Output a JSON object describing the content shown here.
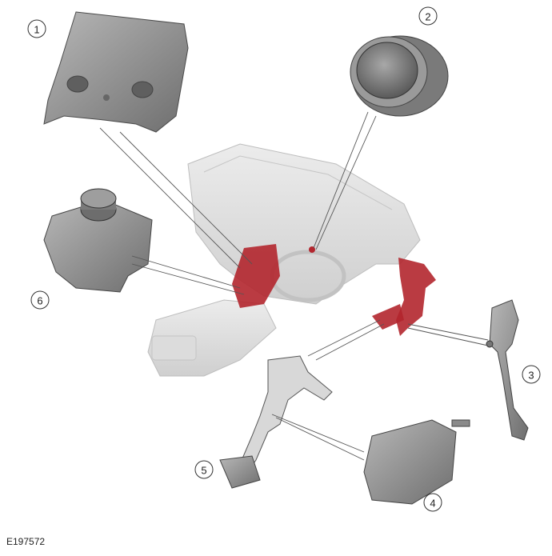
{
  "figure": {
    "reference_code": "E197572",
    "callouts": [
      {
        "id": "callout-1",
        "label": "1"
      },
      {
        "id": "callout-2",
        "label": "2"
      },
      {
        "id": "callout-3",
        "label": "3"
      },
      {
        "id": "callout-4",
        "label": "4"
      },
      {
        "id": "callout-5",
        "label": "5"
      },
      {
        "id": "callout-6",
        "label": "6"
      }
    ],
    "colors": {
      "highlight": "#b3262e",
      "part_grey": "#8c8c8c",
      "ghost_grey": "#d9d9d9",
      "line": "#555555"
    }
  }
}
